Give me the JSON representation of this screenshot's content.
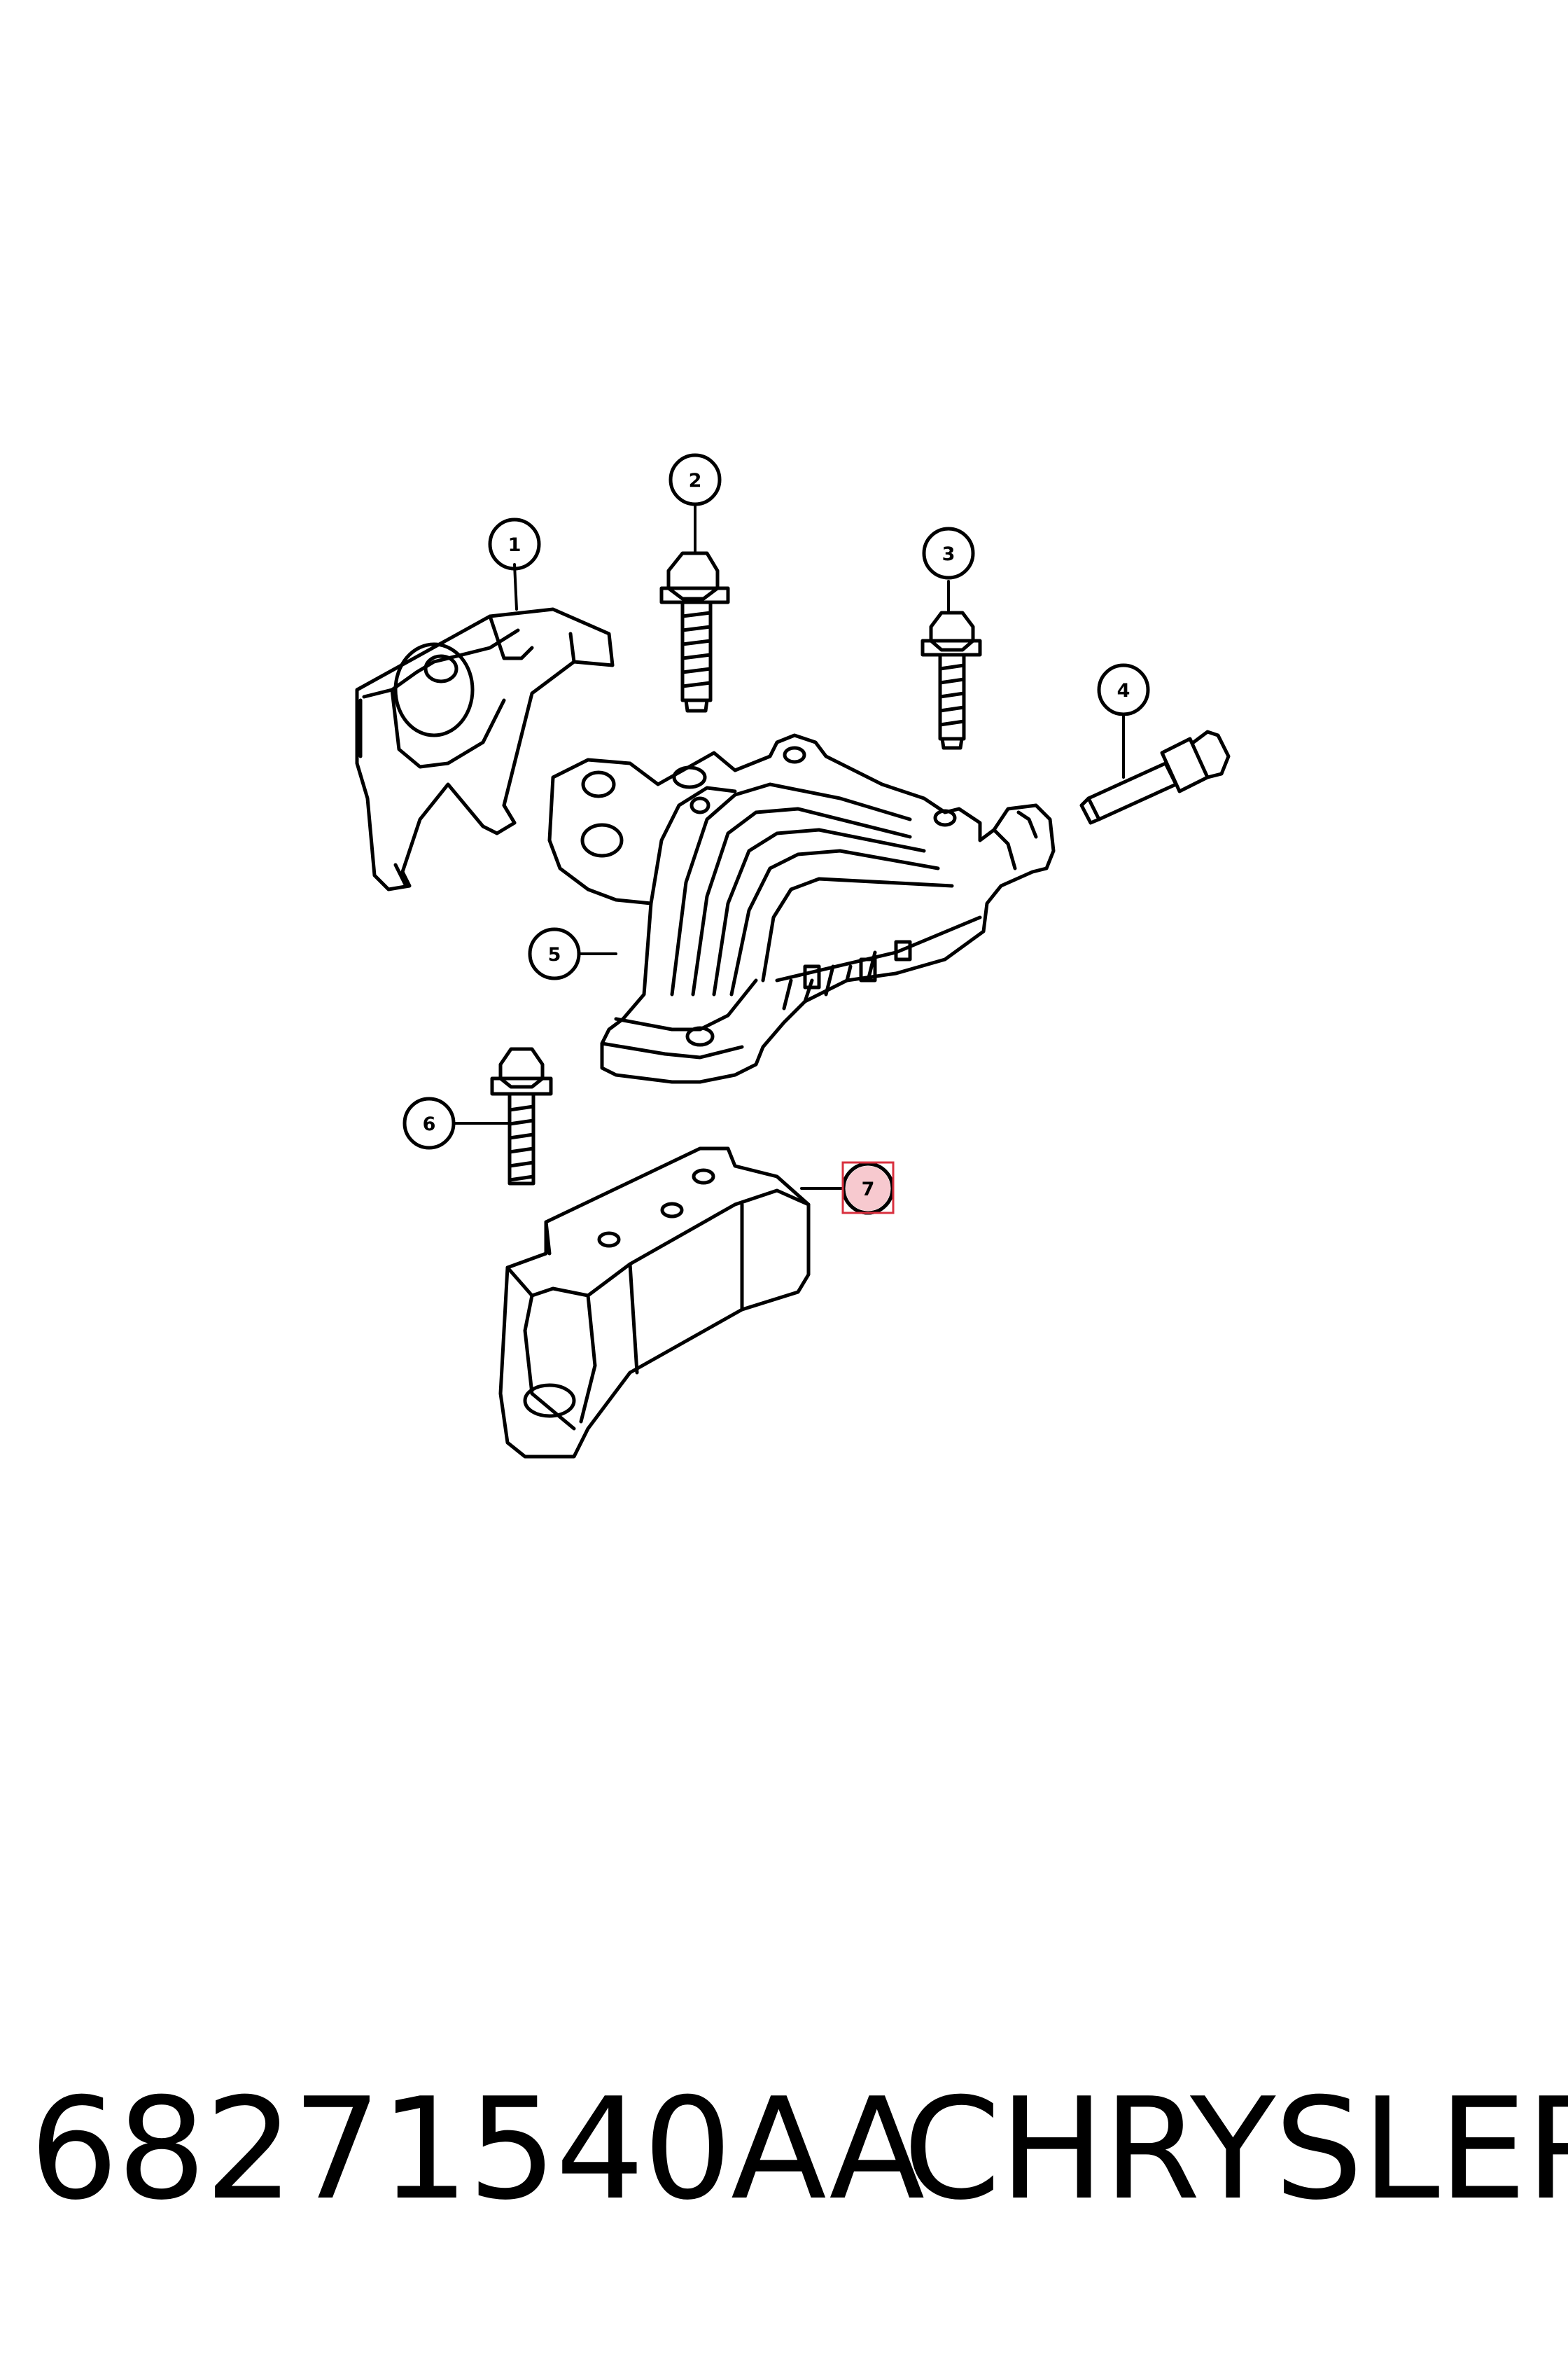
{
  "diagram": {
    "callouts": [
      {
        "number": "1"
      },
      {
        "number": "2"
      },
      {
        "number": "3"
      },
      {
        "number": "4"
      },
      {
        "number": "5"
      },
      {
        "number": "6"
      },
      {
        "number": "7"
      }
    ],
    "highlight_color": "#f7c9cf",
    "highlight_border": "#d9303f"
  },
  "footer": {
    "part_number": "68271540AA",
    "brand": "CHRYSLER"
  }
}
